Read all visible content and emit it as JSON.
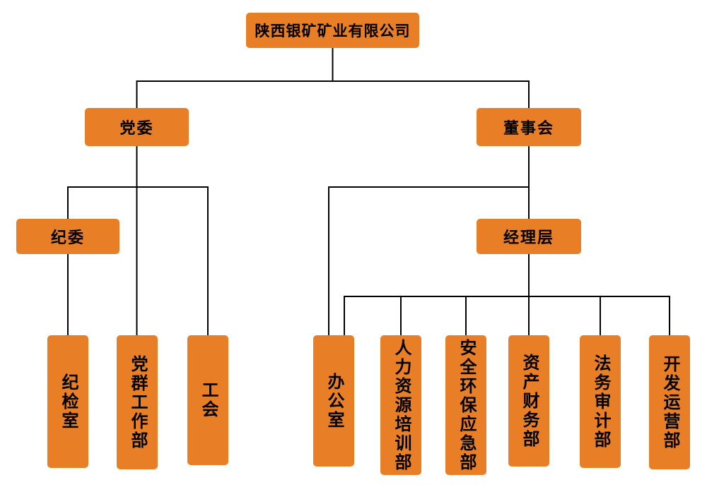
{
  "org": {
    "root": {
      "label": "陕西银矿矿业有限公司"
    },
    "party_committee": {
      "label": "党委"
    },
    "board": {
      "label": "董事会"
    },
    "discipline_committee": {
      "label": "纪委"
    },
    "management": {
      "label": "经理层"
    },
    "party_departments": [
      {
        "label": "纪检室"
      },
      {
        "label": "党群工作部"
      },
      {
        "label": "工会"
      }
    ],
    "management_departments": [
      {
        "label": "办公室"
      },
      {
        "label": "人力资源培训部"
      },
      {
        "label": "安全环保应急部"
      },
      {
        "label": "资产财务部"
      },
      {
        "label": "法务审计部"
      },
      {
        "label": "开发运营部"
      }
    ]
  },
  "colors": {
    "box_fill": "#E87E26",
    "box_text": "#000000",
    "line": "#000000",
    "background": "#FFFFFF"
  }
}
